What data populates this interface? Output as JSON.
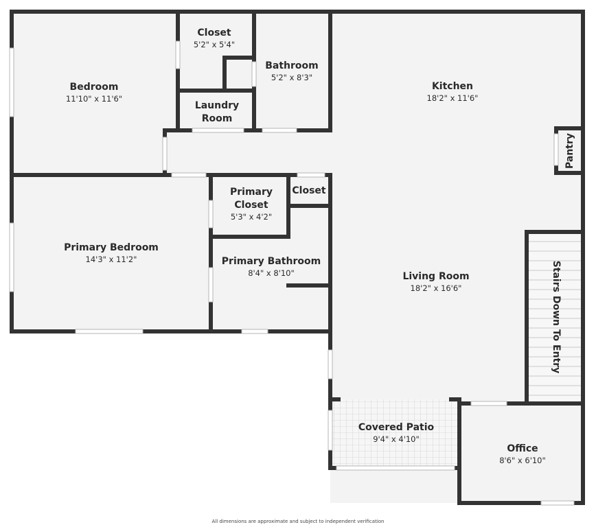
{
  "colors": {
    "wall": "#333333",
    "floor": "#f3f3f3",
    "window": "#d8d8d8",
    "patio": "#f6f6f6",
    "patio_grid": "#cfcfcf"
  },
  "rooms": {
    "bedroom": {
      "name": "Bedroom",
      "dim": "11'10\" x 11'6\""
    },
    "closet_top": {
      "name": "Closet",
      "dim": "5'2\" x 5'4\""
    },
    "bathroom": {
      "name": "Bathroom",
      "dim": "5'2\" x 8'3\""
    },
    "laundry": {
      "name_line1": "Laundry",
      "name_line2": "Room"
    },
    "kitchen": {
      "name": "Kitchen",
      "dim": "18'2\" x 11'6\""
    },
    "pantry": {
      "name": "Pantry"
    },
    "primary_closet": {
      "name_line1": "Primary",
      "name_line2": "Closet",
      "dim": "5'3\" x 4'2\""
    },
    "closet_small": {
      "name": "Closet"
    },
    "primary_bedroom": {
      "name": "Primary Bedroom",
      "dim": "14'3\" x 11'2\""
    },
    "primary_bathroom": {
      "name": "Primary Bathroom",
      "dim": "8'4\" x 8'10\""
    },
    "living_room": {
      "name": "Living Room",
      "dim": "18'2\" x 16'6\""
    },
    "stairs": {
      "name": "Stairs Down To Entry"
    },
    "covered_patio": {
      "name": "Covered Patio",
      "dim": "9'4\" x 4'10\""
    },
    "office": {
      "name": "Office",
      "dim": "8'6\" x 6'10\""
    }
  },
  "disclaimer": "All dimensions are approximate and subject to independent verification"
}
